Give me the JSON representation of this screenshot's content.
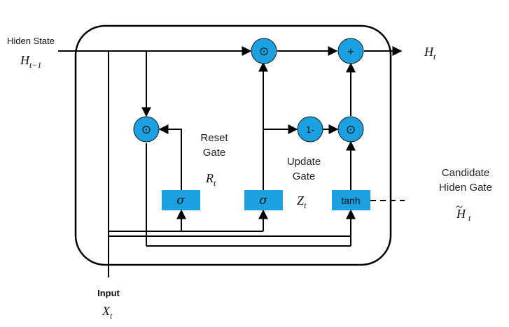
{
  "labels": {
    "hidden_state": "Hiden State",
    "h_prev": "H",
    "h_prev_sub": "t−1",
    "h_out": "H",
    "h_out_sub": "t",
    "input": "Input",
    "x_in": "X",
    "x_in_sub": "t",
    "reset_line1": "Reset",
    "reset_line2": "Gate",
    "r_sym": "R",
    "r_sub": "t",
    "update_line1": "Update",
    "update_line2": "Gate",
    "z_sym": "Z",
    "z_sub": "t",
    "candidate_line1": "Candidate",
    "candidate_line2": "Hiden Gate",
    "h_cand": "H",
    "h_cand_tilde": "~",
    "h_cand_sub": "t"
  },
  "gates": {
    "reset_sigma": "σ",
    "update_sigma": "σ",
    "tanh": "tanh"
  },
  "ops": {
    "mult_reset": "⊙",
    "mult_top": "⊙",
    "mult_mid": "⊙",
    "add": "+",
    "one_minus": "1-"
  },
  "colors": {
    "node": "#1ba1e2",
    "gate": "#1ba1e2",
    "line": "#000000"
  }
}
